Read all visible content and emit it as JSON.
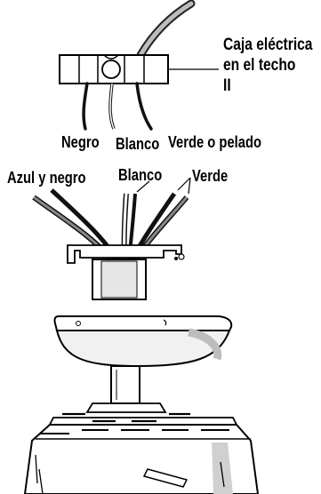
{
  "labels": {
    "box_line1": "Caja eléctrica",
    "box_line2": "en el techo",
    "box_line3": "II",
    "house_negro": "Negro",
    "house_blanco": "Blanco",
    "house_verde": "Verde o pelado",
    "fan_azul_negro": "Azul y negro",
    "fan_blanco": "Blanco",
    "fan_verde": "Verde"
  }
}
